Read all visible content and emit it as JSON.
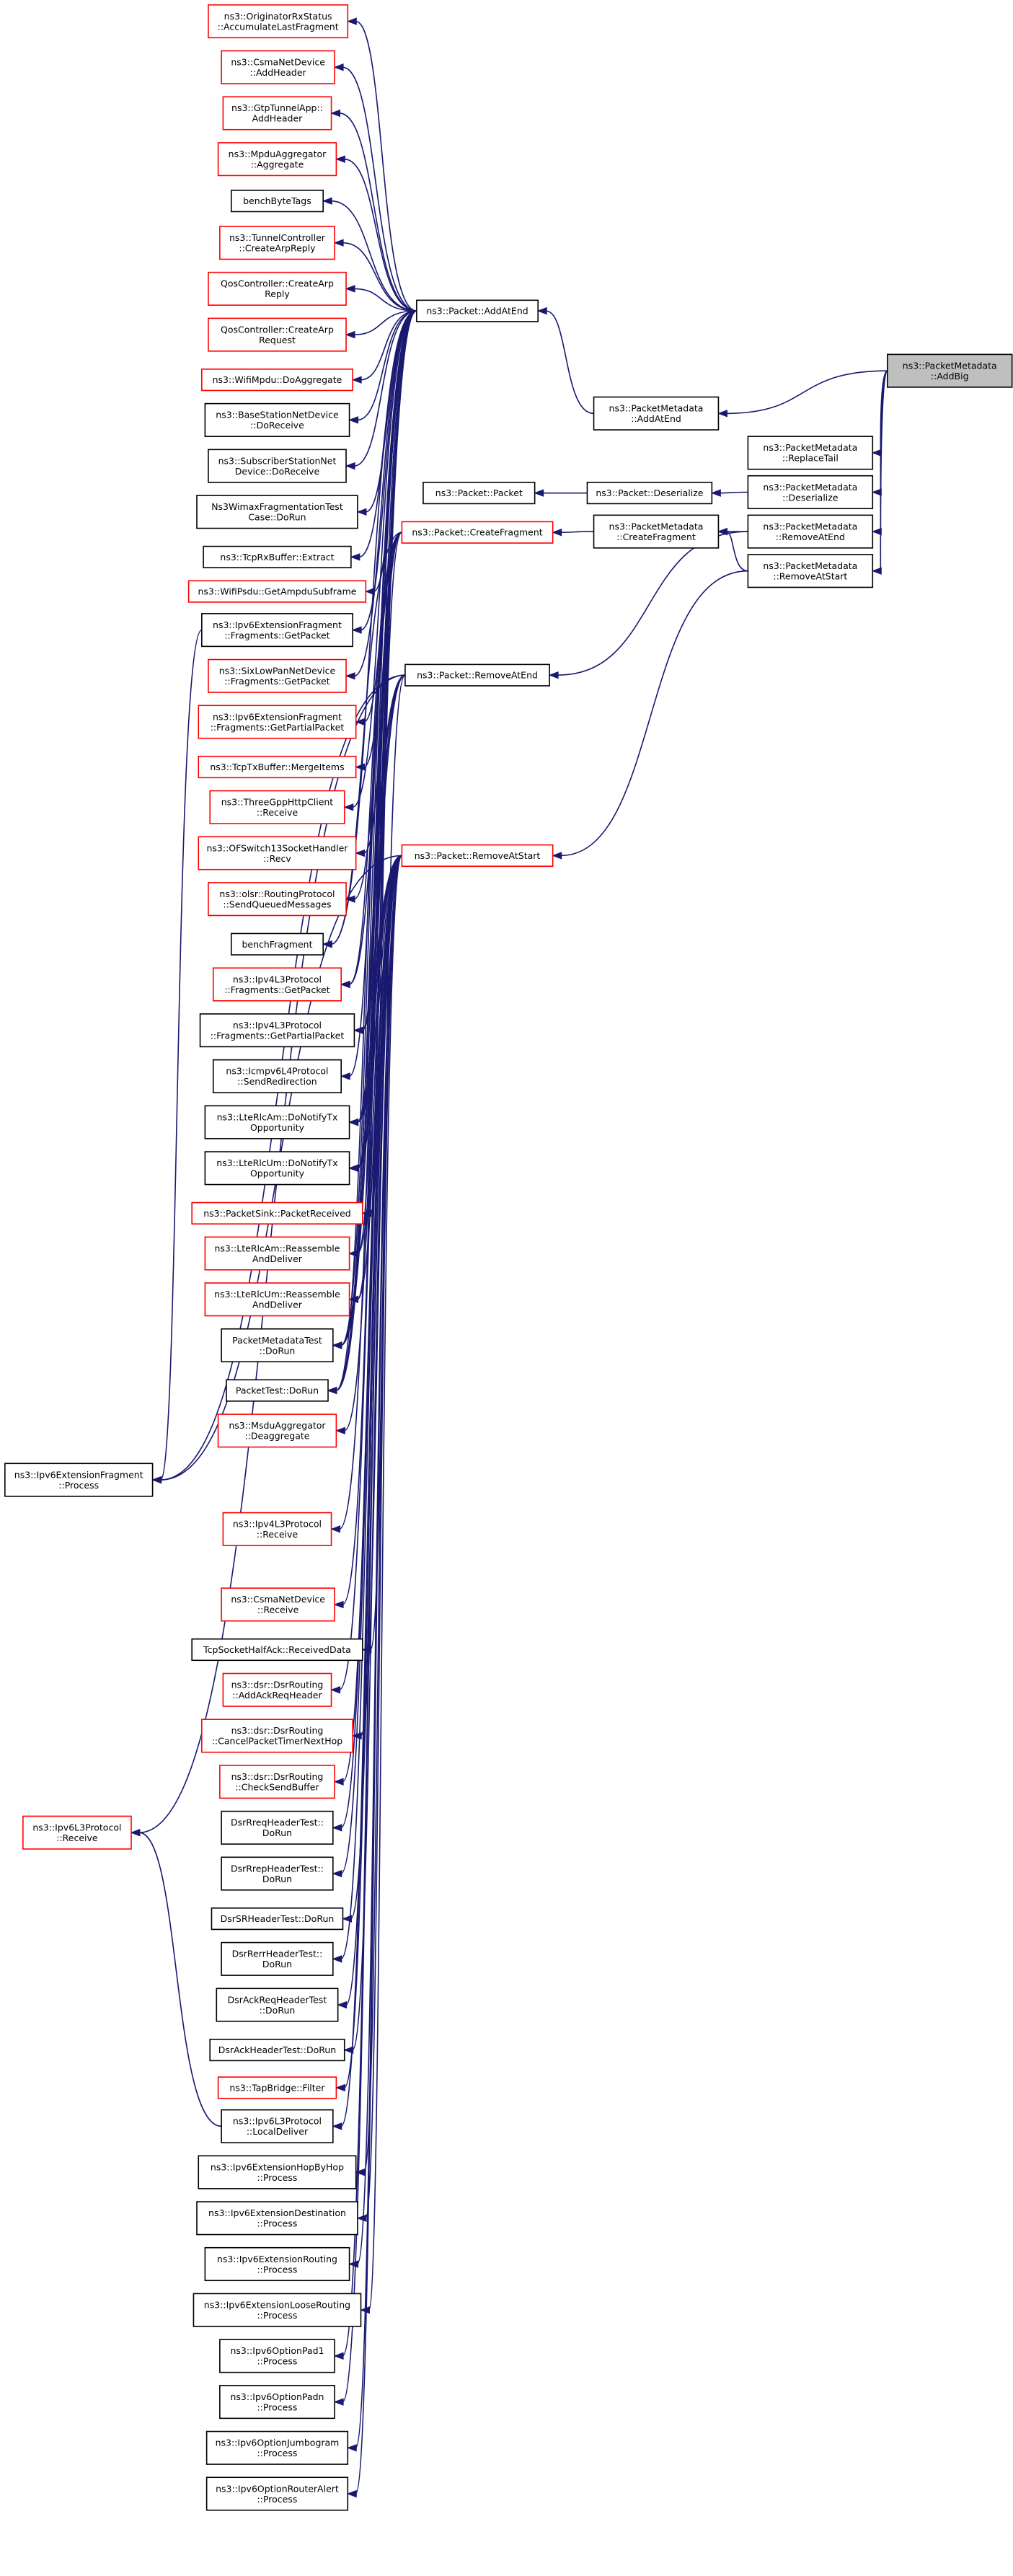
{
  "diagram": {
    "type": "caller-graph",
    "colors": {
      "edge": "#191970",
      "root_fill": "#bfbfbf",
      "node_border": "#000000",
      "incomplete_border": "#ff0000"
    },
    "nodes": [
      {
        "id": "root",
        "lines": [
          "ns3::PacketMetadata",
          "::AddBig"
        ],
        "style": "root"
      },
      {
        "id": "pm_addatend",
        "lines": [
          "ns3::PacketMetadata",
          "::AddAtEnd"
        ],
        "style": "black"
      },
      {
        "id": "pm_replacetail",
        "lines": [
          "ns3::PacketMetadata",
          "::ReplaceTail"
        ],
        "style": "black"
      },
      {
        "id": "pm_deserialize",
        "lines": [
          "ns3::PacketMetadata",
          "::Deserialize"
        ],
        "style": "black"
      },
      {
        "id": "pm_removeatend",
        "lines": [
          "ns3::PacketMetadata",
          "::RemoveAtEnd"
        ],
        "style": "black"
      },
      {
        "id": "pm_removeatstart",
        "lines": [
          "ns3::PacketMetadata",
          "::RemoveAtStart"
        ],
        "style": "black"
      },
      {
        "id": "pm_createfragment",
        "lines": [
          "ns3::PacketMetadata",
          "::CreateFragment"
        ],
        "style": "black"
      },
      {
        "id": "p_deserialize",
        "lines": [
          "ns3::Packet::Deserialize"
        ],
        "style": "black"
      },
      {
        "id": "p_packet",
        "lines": [
          "ns3::Packet::Packet"
        ],
        "style": "black"
      },
      {
        "id": "p_addatend",
        "lines": [
          "ns3::Packet::AddAtEnd"
        ],
        "style": "black"
      },
      {
        "id": "p_createfragment",
        "lines": [
          "ns3::Packet::CreateFragment"
        ],
        "style": "red"
      },
      {
        "id": "p_removeatend",
        "lines": [
          "ns3::Packet::RemoveAtEnd"
        ],
        "style": "black"
      },
      {
        "id": "p_removeatstart",
        "lines": [
          "ns3::Packet::RemoveAtStart"
        ],
        "style": "red"
      },
      {
        "id": "n_orig",
        "lines": [
          "ns3::OriginatorRxStatus",
          "::AccumulateLastFragment"
        ],
        "style": "red"
      },
      {
        "id": "n_csma_add",
        "lines": [
          "ns3::CsmaNetDevice",
          "::AddHeader"
        ],
        "style": "red"
      },
      {
        "id": "n_gtp",
        "lines": [
          "ns3::GtpTunnelApp::",
          "AddHeader"
        ],
        "style": "red"
      },
      {
        "id": "n_mpdu",
        "lines": [
          "ns3::MpduAggregator",
          "::Aggregate"
        ],
        "style": "red"
      },
      {
        "id": "n_benchbyte",
        "lines": [
          "benchByteTags"
        ],
        "style": "black"
      },
      {
        "id": "n_tunnel",
        "lines": [
          "ns3::TunnelController",
          "::CreateArpReply"
        ],
        "style": "red"
      },
      {
        "id": "n_qos_reply",
        "lines": [
          "QosController::CreateArp",
          "Reply"
        ],
        "style": "red"
      },
      {
        "id": "n_qos_req",
        "lines": [
          "QosController::CreateArp",
          "Request"
        ],
        "style": "red"
      },
      {
        "id": "n_wifimpdu",
        "lines": [
          "ns3::WifiMpdu::DoAggregate"
        ],
        "style": "red"
      },
      {
        "id": "n_bs",
        "lines": [
          "ns3::BaseStationNetDevice",
          "::DoReceive"
        ],
        "style": "black"
      },
      {
        "id": "n_ss",
        "lines": [
          "ns3::SubscriberStationNet",
          "Device::DoReceive"
        ],
        "style": "black"
      },
      {
        "id": "n_wimax",
        "lines": [
          "Ns3WimaxFragmentationTest",
          "Case::DoRun"
        ],
        "style": "black"
      },
      {
        "id": "n_tcprx",
        "lines": [
          "ns3::TcpRxBuffer::Extract"
        ],
        "style": "black"
      },
      {
        "id": "n_wifipsdu",
        "lines": [
          "ns3::WifiPsdu::GetAmpduSubframe"
        ],
        "style": "red"
      },
      {
        "id": "n_ip6frag_get",
        "lines": [
          "ns3::Ipv6ExtensionFragment",
          "::Fragments::GetPacket"
        ],
        "style": "black"
      },
      {
        "id": "n_sixlow",
        "lines": [
          "ns3::SixLowPanNetDevice",
          "::Fragments::GetPacket"
        ],
        "style": "red"
      },
      {
        "id": "n_ip6frag_partial",
        "lines": [
          "ns3::Ipv6ExtensionFragment",
          "::Fragments::GetPartialPacket"
        ],
        "style": "red"
      },
      {
        "id": "n_tcptx",
        "lines": [
          "ns3::TcpTxBuffer::MergeItems"
        ],
        "style": "red"
      },
      {
        "id": "n_3gpp",
        "lines": [
          "ns3::ThreeGppHttpClient",
          "::Receive"
        ],
        "style": "red"
      },
      {
        "id": "n_ofswitch",
        "lines": [
          "ns3::OFSwitch13SocketHandler",
          "::Recv"
        ],
        "style": "red"
      },
      {
        "id": "n_olsr",
        "lines": [
          "ns3::olsr::RoutingProtocol",
          "::SendQueuedMessages"
        ],
        "style": "red"
      },
      {
        "id": "n_benchfrag",
        "lines": [
          "benchFragment"
        ],
        "style": "black"
      },
      {
        "id": "n_ip4l3_get",
        "lines": [
          "ns3::Ipv4L3Protocol",
          "::Fragments::GetPacket"
        ],
        "style": "red"
      },
      {
        "id": "n_ip4l3_partial",
        "lines": [
          "ns3::Ipv4L3Protocol",
          "::Fragments::GetPartialPacket"
        ],
        "style": "black"
      },
      {
        "id": "n_icmpv6",
        "lines": [
          "ns3::Icmpv6L4Protocol",
          "::SendRedirection"
        ],
        "style": "black"
      },
      {
        "id": "n_lteam_notify",
        "lines": [
          "ns3::LteRlcAm::DoNotifyTx",
          "Opportunity"
        ],
        "style": "black"
      },
      {
        "id": "n_lteum_notify",
        "lines": [
          "ns3::LteRlcUm::DoNotifyTx",
          "Opportunity"
        ],
        "style": "black"
      },
      {
        "id": "n_sink",
        "lines": [
          "ns3::PacketSink::PacketReceived"
        ],
        "style": "red"
      },
      {
        "id": "n_lteam_reasm",
        "lines": [
          "ns3::LteRlcAm::Reassemble",
          "AndDeliver"
        ],
        "style": "red"
      },
      {
        "id": "n_lteum_reasm",
        "lines": [
          "ns3::LteRlcUm::Reassemble",
          "AndDeliver"
        ],
        "style": "red"
      },
      {
        "id": "n_pmtest",
        "lines": [
          "PacketMetadataTest",
          "::DoRun"
        ],
        "style": "black"
      },
      {
        "id": "n_ptest",
        "lines": [
          "PacketTest::DoRun"
        ],
        "style": "black"
      },
      {
        "id": "n_msdu",
        "lines": [
          "ns3::MsduAggregator",
          "::Deaggregate"
        ],
        "style": "red"
      },
      {
        "id": "n_ip6frag_proc",
        "lines": [
          "ns3::Ipv6ExtensionFragment",
          "::Process"
        ],
        "style": "black"
      },
      {
        "id": "n_ip4l3_recv",
        "lines": [
          "ns3::Ipv4L3Protocol",
          "::Receive"
        ],
        "style": "red"
      },
      {
        "id": "n_csma_recv",
        "lines": [
          "ns3::CsmaNetDevice",
          "::Receive"
        ],
        "style": "red"
      },
      {
        "id": "n_tcphalf",
        "lines": [
          "TcpSocketHalfAck::ReceivedData"
        ],
        "style": "black"
      },
      {
        "id": "n_dsr_ack",
        "lines": [
          "ns3::dsr::DsrRouting",
          "::AddAckReqHeader"
        ],
        "style": "red"
      },
      {
        "id": "n_dsr_cancel",
        "lines": [
          "ns3::dsr::DsrRouting",
          "::CancelPacketTimerNextHop"
        ],
        "style": "red"
      },
      {
        "id": "n_dsr_check",
        "lines": [
          "ns3::dsr::DsrRouting",
          "::CheckSendBuffer"
        ],
        "style": "red"
      },
      {
        "id": "n_ip6l3_recv",
        "lines": [
          "ns3::Ipv6L3Protocol",
          "::Receive"
        ],
        "style": "red"
      },
      {
        "id": "n_dsrrreq",
        "lines": [
          "DsrRreqHeaderTest::",
          "DoRun"
        ],
        "style": "black"
      },
      {
        "id": "n_dsrrrep",
        "lines": [
          "DsrRrepHeaderTest::",
          "DoRun"
        ],
        "style": "black"
      },
      {
        "id": "n_dsrsr",
        "lines": [
          "DsrSRHeaderTest::DoRun"
        ],
        "style": "black"
      },
      {
        "id": "n_dsrrerr",
        "lines": [
          "DsrRerrHeaderTest::",
          "DoRun"
        ],
        "style": "black"
      },
      {
        "id": "n_dsrackreq",
        "lines": [
          "DsrAckReqHeaderTest",
          "::DoRun"
        ],
        "style": "black"
      },
      {
        "id": "n_dsrackhdr",
        "lines": [
          "DsrAckHeaderTest::DoRun"
        ],
        "style": "black"
      },
      {
        "id": "n_tap",
        "lines": [
          "ns3::TapBridge::Filter"
        ],
        "style": "red"
      },
      {
        "id": "n_ip6l3_local",
        "lines": [
          "ns3::Ipv6L3Protocol",
          "::LocalDeliver"
        ],
        "style": "black"
      },
      {
        "id": "n_hopbyhop",
        "lines": [
          "ns3::Ipv6ExtensionHopByHop",
          "::Process"
        ],
        "style": "black"
      },
      {
        "id": "n_dest",
        "lines": [
          "ns3::Ipv6ExtensionDestination",
          "::Process"
        ],
        "style": "black"
      },
      {
        "id": "n_routing",
        "lines": [
          "ns3::Ipv6ExtensionRouting",
          "::Process"
        ],
        "style": "black"
      },
      {
        "id": "n_loose",
        "lines": [
          "ns3::Ipv6ExtensionLooseRouting",
          "::Process"
        ],
        "style": "black"
      },
      {
        "id": "n_pad1",
        "lines": [
          "ns3::Ipv6OptionPad1",
          "::Process"
        ],
        "style": "black"
      },
      {
        "id": "n_padn",
        "lines": [
          "ns3::Ipv6OptionPadn",
          "::Process"
        ],
        "style": "black"
      },
      {
        "id": "n_jumbo",
        "lines": [
          "ns3::Ipv6OptionJumbogram",
          "::Process"
        ],
        "style": "black"
      },
      {
        "id": "n_router",
        "lines": [
          "ns3::Ipv6OptionRouterAlert",
          "::Process"
        ],
        "style": "black"
      }
    ],
    "edges": [
      [
        "pm_addatend",
        "root"
      ],
      [
        "pm_replacetail",
        "root"
      ],
      [
        "pm_deserialize",
        "root"
      ],
      [
        "pm_removeatend",
        "root"
      ],
      [
        "pm_removeatstart",
        "root"
      ],
      [
        "pm_createfragment",
        "pm_removeatend"
      ],
      [
        "pm_createfragment",
        "pm_removeatstart"
      ],
      [
        "p_addatend",
        "pm_addatend"
      ],
      [
        "p_deserialize",
        "pm_deserialize"
      ],
      [
        "p_packet",
        "p_deserialize"
      ],
      [
        "p_createfragment",
        "pm_createfragment"
      ],
      [
        "p_removeatend",
        "pm_removeatend"
      ],
      [
        "p_removeatstart",
        "pm_removeatstart"
      ],
      [
        "n_orig",
        "p_addatend"
      ],
      [
        "n_csma_add",
        "p_addatend"
      ],
      [
        "n_gtp",
        "p_addatend"
      ],
      [
        "n_mpdu",
        "p_addatend"
      ],
      [
        "n_benchbyte",
        "p_addatend"
      ],
      [
        "n_tunnel",
        "p_addatend"
      ],
      [
        "n_qos_reply",
        "p_addatend"
      ],
      [
        "n_qos_req",
        "p_addatend"
      ],
      [
        "n_wifimpdu",
        "p_addatend"
      ],
      [
        "n_bs",
        "p_addatend"
      ],
      [
        "n_ss",
        "p_addatend"
      ],
      [
        "n_wimax",
        "p_addatend"
      ],
      [
        "n_tcprx",
        "p_addatend"
      ],
      [
        "n_wifipsdu",
        "p_addatend"
      ],
      [
        "n_ip6frag_get",
        "p_addatend"
      ],
      [
        "n_sixlow",
        "p_addatend"
      ],
      [
        "n_ip6frag_partial",
        "p_addatend"
      ],
      [
        "n_tcptx",
        "p_addatend"
      ],
      [
        "n_3gpp",
        "p_addatend"
      ],
      [
        "n_ofswitch",
        "p_addatend"
      ],
      [
        "n_olsr",
        "p_addatend"
      ],
      [
        "n_benchfrag",
        "p_addatend"
      ],
      [
        "n_ip4l3_get",
        "p_addatend"
      ],
      [
        "n_ip4l3_partial",
        "p_addatend"
      ],
      [
        "n_lteam_notify",
        "p_addatend"
      ],
      [
        "n_lteum_notify",
        "p_addatend"
      ],
      [
        "n_lteam_reasm",
        "p_addatend"
      ],
      [
        "n_lteum_reasm",
        "p_addatend"
      ],
      [
        "n_pmtest",
        "p_addatend"
      ],
      [
        "n_ptest",
        "p_addatend"
      ],
      [
        "n_ip6frag_proc",
        "n_ip6frag_get"
      ],
      [
        "n_ip4l3_get",
        "p_createfragment"
      ],
      [
        "n_ip4l3_partial",
        "p_createfragment"
      ],
      [
        "n_icmpv6",
        "p_createfragment"
      ],
      [
        "n_lteam_notify",
        "p_createfragment"
      ],
      [
        "n_lteum_notify",
        "p_createfragment"
      ],
      [
        "n_sink",
        "p_createfragment"
      ],
      [
        "n_lteam_reasm",
        "p_createfragment"
      ],
      [
        "n_lteum_reasm",
        "p_createfragment"
      ],
      [
        "n_pmtest",
        "p_createfragment"
      ],
      [
        "n_ptest",
        "p_createfragment"
      ],
      [
        "n_benchfrag",
        "p_createfragment"
      ],
      [
        "n_ip6frag_proc",
        "p_removeatend"
      ],
      [
        "n_ip4l3_recv",
        "p_removeatend"
      ],
      [
        "n_csma_recv",
        "p_removeatend"
      ],
      [
        "n_tcphalf",
        "p_removeatend"
      ],
      [
        "n_pmtest",
        "p_removeatend"
      ],
      [
        "n_ptest",
        "p_removeatend"
      ],
      [
        "n_ip6l3_recv",
        "p_removeatend"
      ],
      [
        "n_lteam_notify",
        "p_removeatend"
      ],
      [
        "n_dsr_ack",
        "p_removeatstart"
      ],
      [
        "n_dsr_cancel",
        "p_removeatstart"
      ],
      [
        "n_dsr_check",
        "p_removeatstart"
      ],
      [
        "n_dsrrreq",
        "p_removeatstart"
      ],
      [
        "n_dsrrrep",
        "p_removeatstart"
      ],
      [
        "n_dsrsr",
        "p_removeatstart"
      ],
      [
        "n_dsrrerr",
        "p_removeatstart"
      ],
      [
        "n_dsrackreq",
        "p_removeatstart"
      ],
      [
        "n_dsrackhdr",
        "p_removeatstart"
      ],
      [
        "n_tap",
        "p_removeatstart"
      ],
      [
        "n_ip6l3_local",
        "p_removeatstart"
      ],
      [
        "n_hopbyhop",
        "p_removeatstart"
      ],
      [
        "n_dest",
        "p_removeatstart"
      ],
      [
        "n_routing",
        "p_removeatstart"
      ],
      [
        "n_loose",
        "p_removeatstart"
      ],
      [
        "n_pad1",
        "p_removeatstart"
      ],
      [
        "n_padn",
        "p_removeatstart"
      ],
      [
        "n_jumbo",
        "p_removeatstart"
      ],
      [
        "n_router",
        "p_removeatstart"
      ],
      [
        "n_pmtest",
        "p_removeatstart"
      ],
      [
        "n_ptest",
        "p_removeatstart"
      ],
      [
        "n_msdu",
        "p_removeatstart"
      ],
      [
        "n_ip6frag_proc",
        "p_removeatstart"
      ],
      [
        "n_lteam_notify",
        "p_removeatstart"
      ],
      [
        "n_lteum_notify",
        "p_removeatstart"
      ],
      [
        "n_ip6l3_recv",
        "n_ip6l3_local"
      ]
    ]
  }
}
